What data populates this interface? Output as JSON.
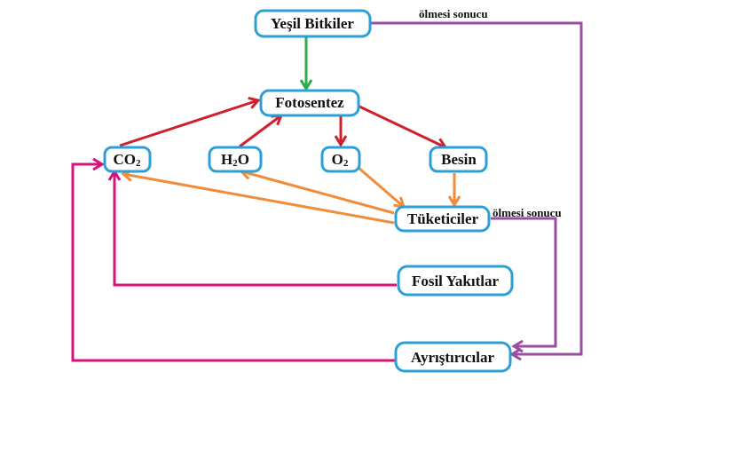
{
  "nodes": {
    "yesil_bitkiler": "Yeşil Bitkiler",
    "fotosentez": "Fotosentez",
    "co2": {
      "base": "CO",
      "sub": "2"
    },
    "h2o": {
      "pre": "H",
      "sub": "2",
      "post": "O"
    },
    "o2": {
      "base": "O",
      "sub": "2"
    },
    "besin": "Besin",
    "tuketiciler": "Tüketiciler",
    "fosil_yakitlar": "Fosil Yakıtlar",
    "ayristiricilar": "Ayrıştırıcılar"
  },
  "notes": {
    "plants_death": "ölmesi sonucu",
    "consumers_death": "ölmesi sonucu"
  },
  "colors": {
    "node_border": "#2aa0d4",
    "green": "#2eaa4a",
    "red": "#d0202e",
    "orange": "#f08c3a",
    "magenta": "#d4147a",
    "purple": "#9a4ea0"
  },
  "edges": [
    {
      "from": "Yeşil Bitkiler",
      "to": "Fotosentez",
      "color": "green"
    },
    {
      "from": "CO2",
      "to": "Fotosentez",
      "color": "red"
    },
    {
      "from": "H2O",
      "to": "Fotosentez",
      "color": "red"
    },
    {
      "from": "Fotosentez",
      "to": "O2",
      "color": "red"
    },
    {
      "from": "Fotosentez",
      "to": "Besin",
      "color": "red"
    },
    {
      "from": "O2",
      "to": "Tüketiciler",
      "color": "orange"
    },
    {
      "from": "Besin",
      "to": "Tüketiciler",
      "color": "orange"
    },
    {
      "from": "Tüketiciler",
      "to": "CO2",
      "color": "orange"
    },
    {
      "from": "Tüketiciler",
      "to": "H2O",
      "color": "orange"
    },
    {
      "from": "Fosil Yakıtlar",
      "to": "CO2",
      "color": "magenta"
    },
    {
      "from": "Ayrıştırıcılar",
      "to": "CO2",
      "color": "magenta"
    },
    {
      "from": "Yeşil Bitkiler",
      "to": "Ayrıştırıcılar",
      "color": "purple",
      "label": "ölmesi sonucu"
    },
    {
      "from": "Tüketiciler",
      "to": "Ayrıştırıcılar",
      "color": "purple",
      "label": "ölmesi sonucu"
    }
  ]
}
